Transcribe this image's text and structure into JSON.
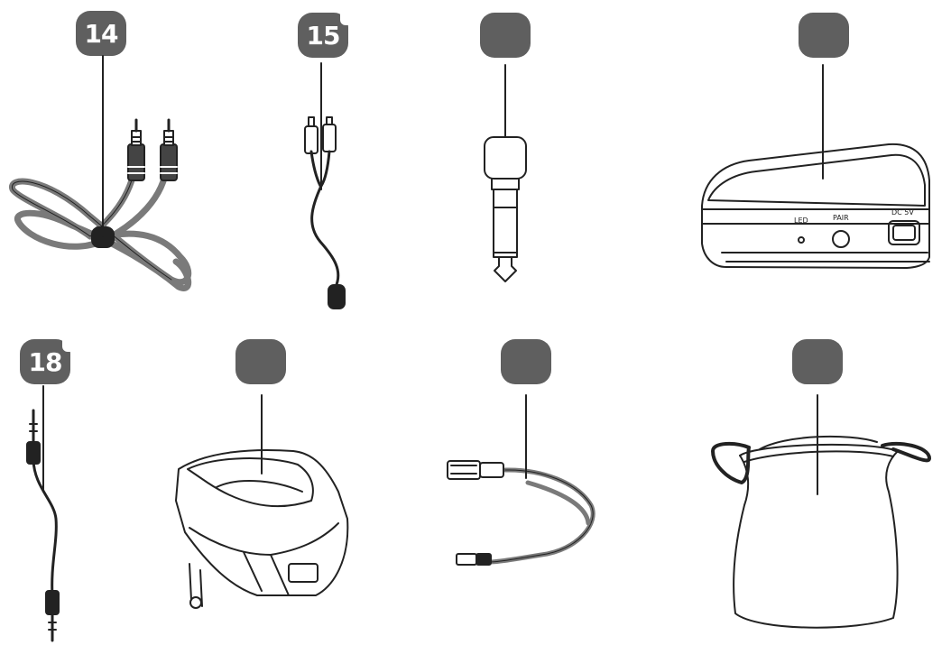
{
  "badges": [
    {
      "key": "b1",
      "label": "14"
    },
    {
      "key": "b2",
      "label": "15"
    },
    {
      "key": "b3",
      "label": ""
    },
    {
      "key": "b4",
      "label": ""
    },
    {
      "key": "b5",
      "label": "18"
    },
    {
      "key": "b6",
      "label": ""
    },
    {
      "key": "b7",
      "label": ""
    },
    {
      "key": "b8",
      "label": ""
    }
  ],
  "receiver_labels": {
    "led": "LED",
    "pair": "PAIR",
    "dc": "DC 5V"
  },
  "colors": {
    "badge": "#5f5f5f",
    "stroke": "#222222",
    "cable_gray": "#7a7a7a"
  }
}
